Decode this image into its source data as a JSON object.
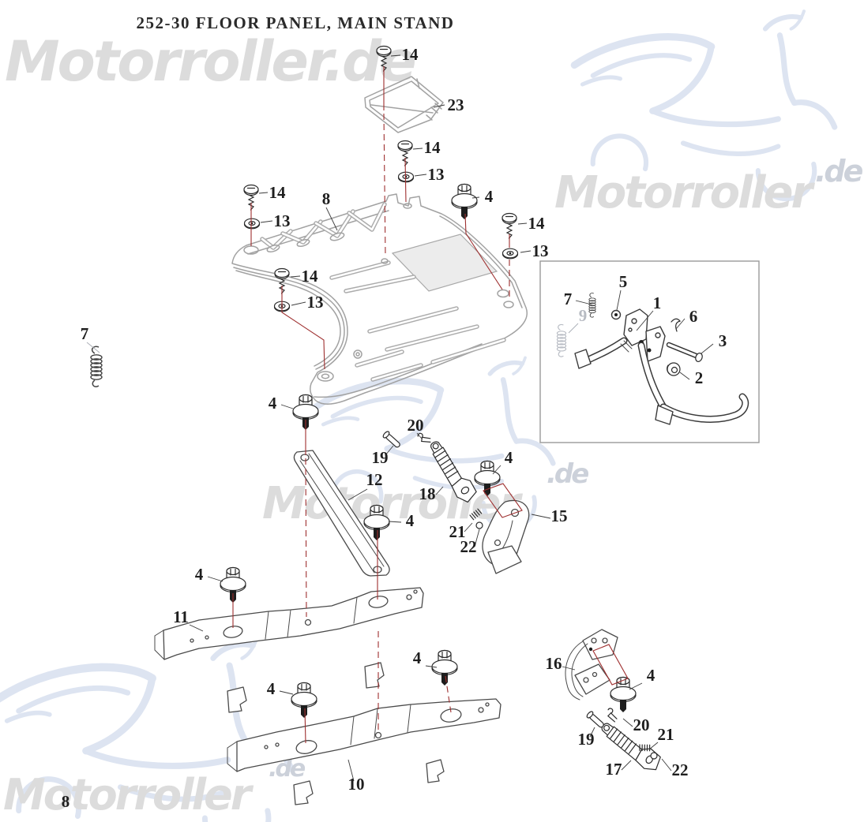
{
  "title": "252-30 FLOOR PANEL, MAIN STAND",
  "watermarks": {
    "brand": "Motorroller",
    "brand_domain": "Motorroller.de",
    "tld": ".de"
  },
  "colors": {
    "leader_red": "#9e2f2f",
    "label_ink": "#1e1e1e",
    "watermark_text": "#dcdcdc",
    "watermark_accent": "#ccd1da",
    "watermark_sketch": "#dde4f1"
  },
  "labels": {
    "n1": "1",
    "n2": "2",
    "n3": "3",
    "n4": "4",
    "n5": "5",
    "n6": "6",
    "n7": "7",
    "n8": "8",
    "n9": "9",
    "n10": "10",
    "n11": "11",
    "n12": "12",
    "n13": "13",
    "n14": "14",
    "n15": "15",
    "n16": "16",
    "n17": "17",
    "n18": "18",
    "n19": "19",
    "n20": "20",
    "n21": "21",
    "n22": "22",
    "n23": "23"
  }
}
